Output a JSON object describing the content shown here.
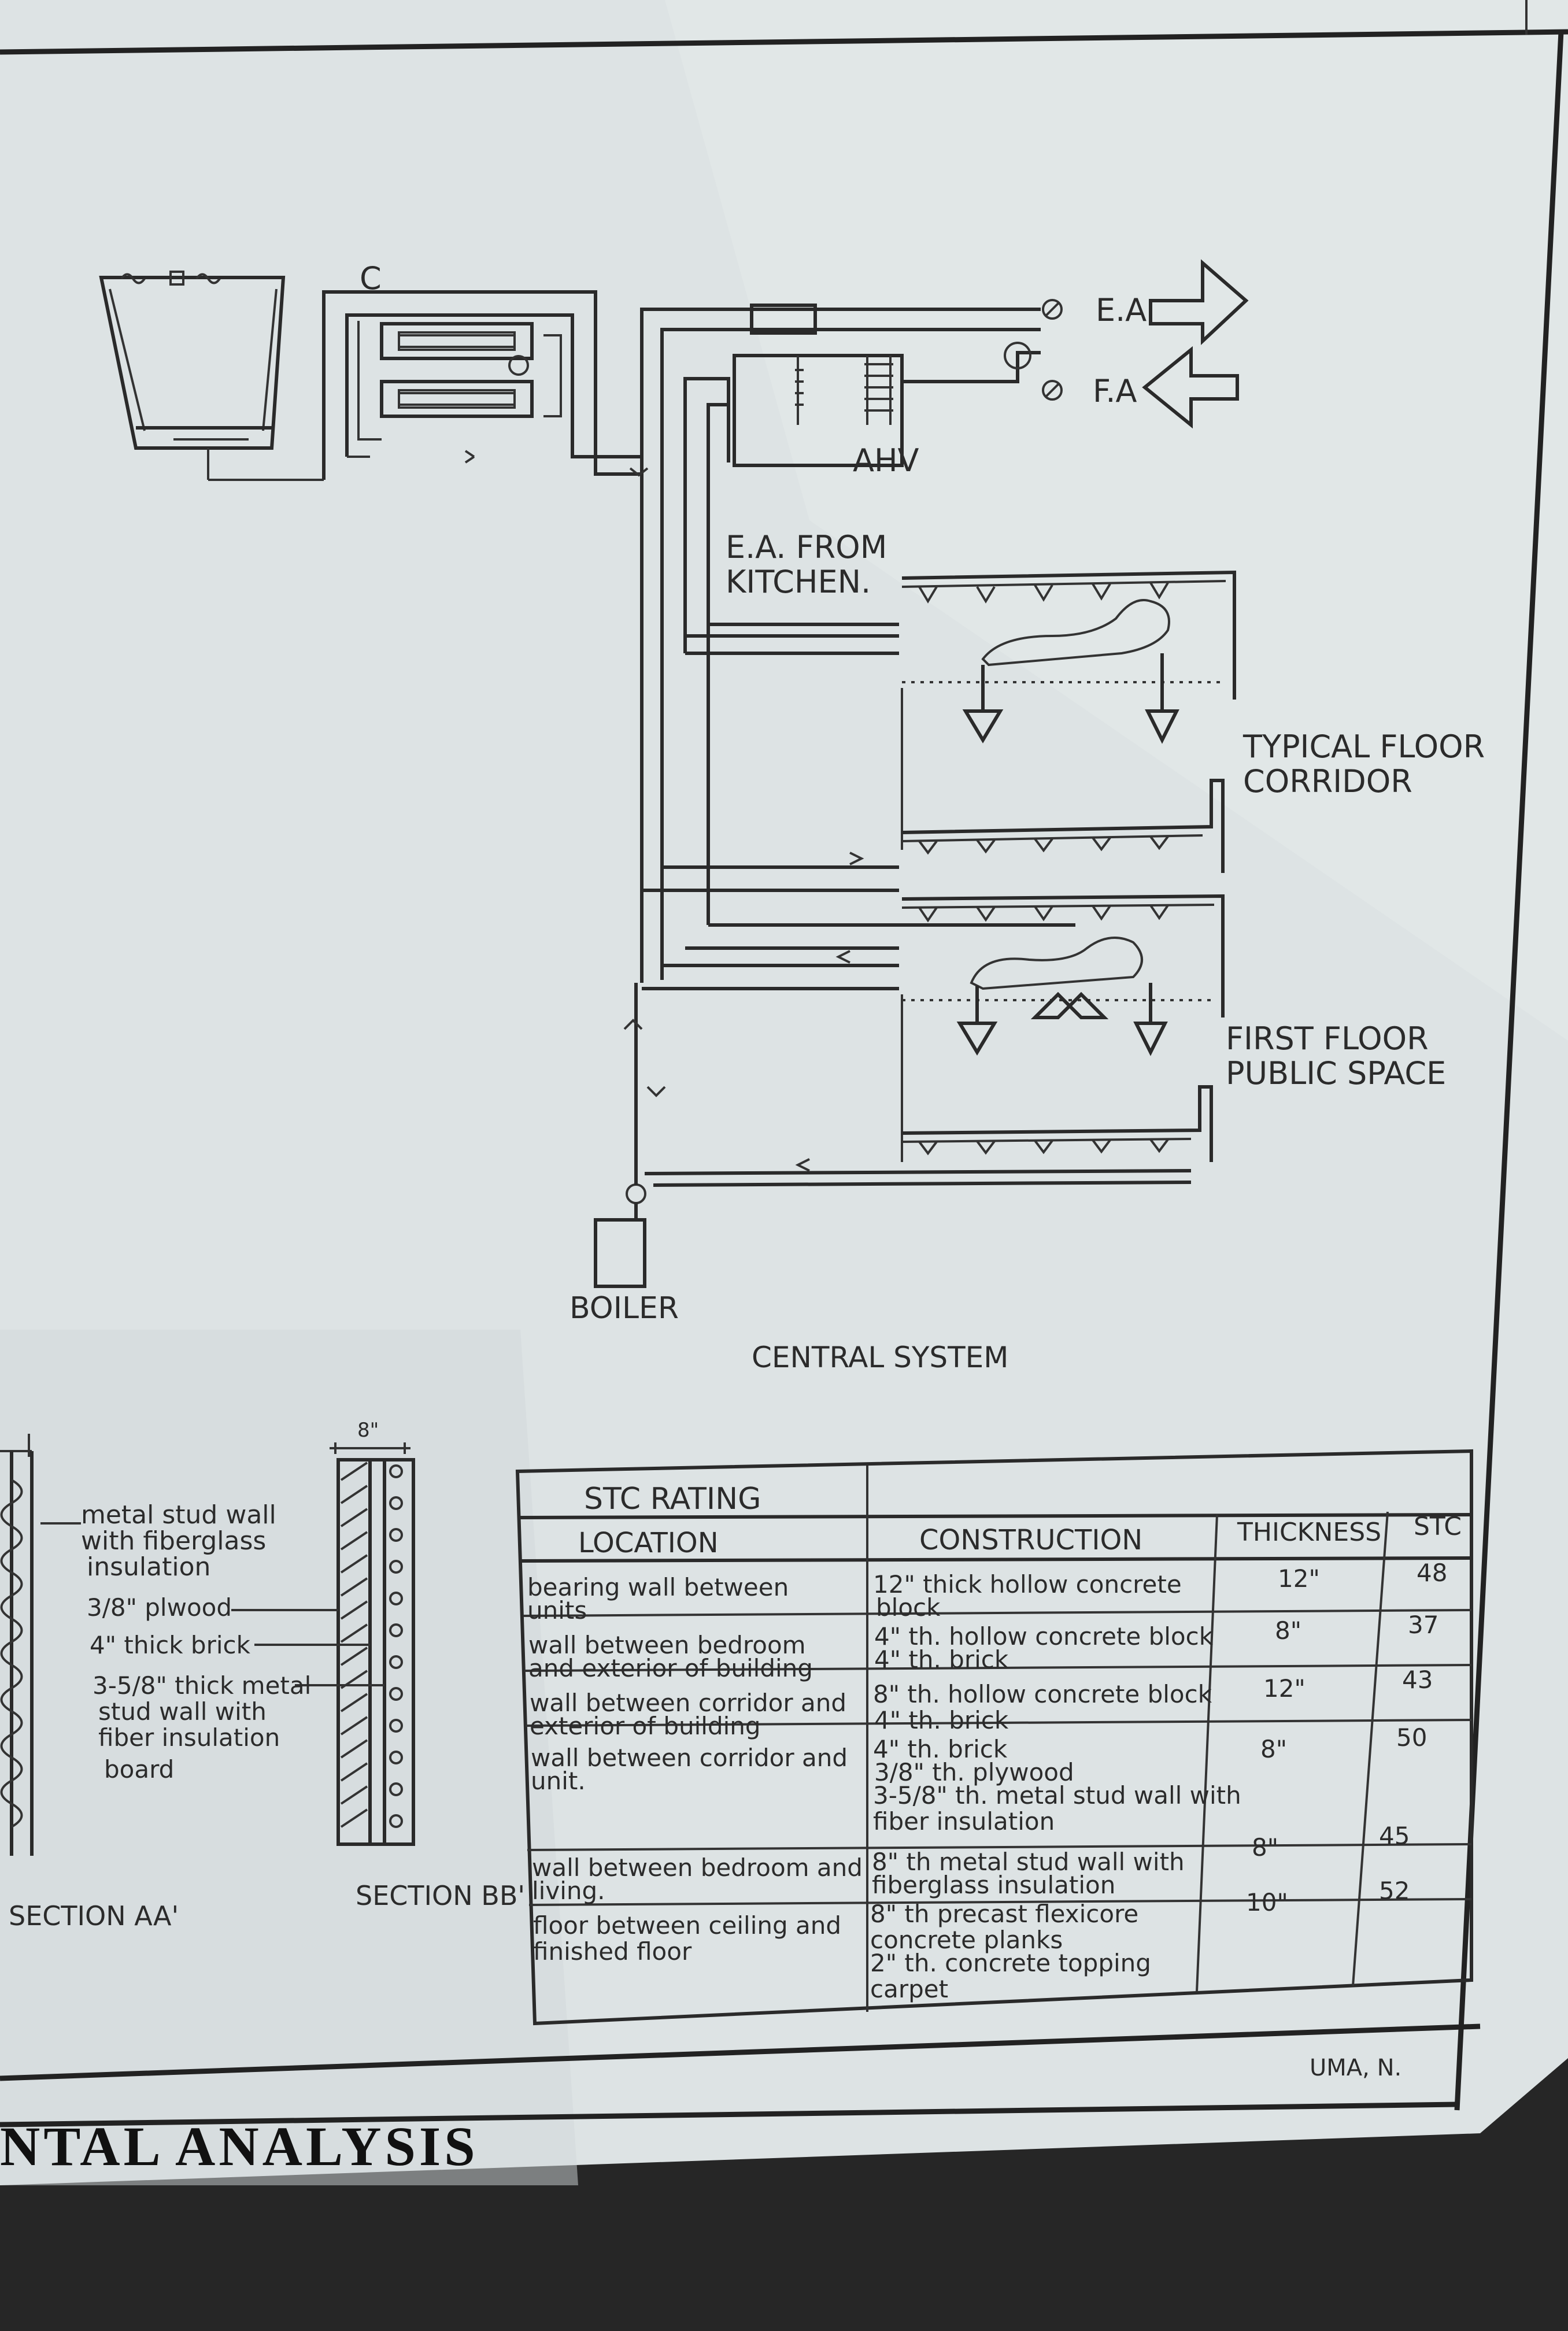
{
  "diagram": {
    "labels": {
      "c": "C",
      "ea": "E.A",
      "fa": "F.A",
      "ahv": "AHV",
      "ea_kitchen_1": "E.A. FROM",
      "ea_kitchen_2": "KITCHEN.",
      "typical_floor_1": "TYPICAL  FLOOR",
      "typical_floor_2": "CORRIDOR",
      "first_floor_1": "FIRST  FLOOR",
      "first_floor_2": "PUBLIC  SPACE",
      "boiler": "BOILER",
      "caption": "CENTRAL  SYSTEM"
    }
  },
  "sections": {
    "aa_notes": [
      "metal stud wall",
      "with  fiberglass",
      "insulation"
    ],
    "dim_8": "8\"",
    "plywood": "3/8\" plwood",
    "brick": "4\" thick  brick",
    "metal_stud": [
      "3-5/8\" thick  metal",
      "stud  wall  with",
      "fiber  insulation",
      "board"
    ],
    "section_aa": "SECTION  AA'",
    "section_bb": "SECTION  BB'"
  },
  "stc_table": {
    "title": "STC   RATING",
    "headers": [
      "LOCATION",
      "CONSTRUCTION",
      "THICKNESS",
      "STC"
    ],
    "rows": [
      {
        "location": [
          "bearing  wall  between",
          "units"
        ],
        "construction": [
          "12\" thick  hollow concrete",
          "block"
        ],
        "thickness": "12\"",
        "stc": "48"
      },
      {
        "location": [
          "wall  between  bedroom",
          "and  exterior  of  building"
        ],
        "construction": [
          "4\" th. hollow  concrete  block",
          "4\" th. brick"
        ],
        "thickness": "8\"",
        "stc": "37"
      },
      {
        "location": [
          "wall  between  corridor and",
          "exterior  of  building"
        ],
        "construction": [
          "8\" th. hollow  concrete  block",
          "4\" th. brick"
        ],
        "thickness": "12\"",
        "stc": "43"
      },
      {
        "location": [
          "wall  between  corridor  and",
          "unit."
        ],
        "construction": [
          "4\" th. brick",
          "3/8\" th. plywood",
          "3-5/8\" th. metal  stud  wall with",
          "fiber  insulation"
        ],
        "thickness": "8\"",
        "stc": "50"
      },
      {
        "location": [
          "wall  between  bedroom  and",
          "living."
        ],
        "construction": [
          "8\" th  metal  stud  wall  with",
          "fiberglass  insulation"
        ],
        "thickness": "8\"",
        "stc": "45"
      },
      {
        "location": [
          "floor  between  ceiling  and",
          "finished  floor"
        ],
        "construction": [
          "8\" th  precast  flexicore",
          "concrete  planks",
          "2\" th. concrete  topping",
          "carpet"
        ],
        "thickness": "10\"",
        "stc": "52"
      }
    ]
  },
  "footer": {
    "author": "UMA, N.",
    "title": "NTAL  ANALYSIS"
  }
}
